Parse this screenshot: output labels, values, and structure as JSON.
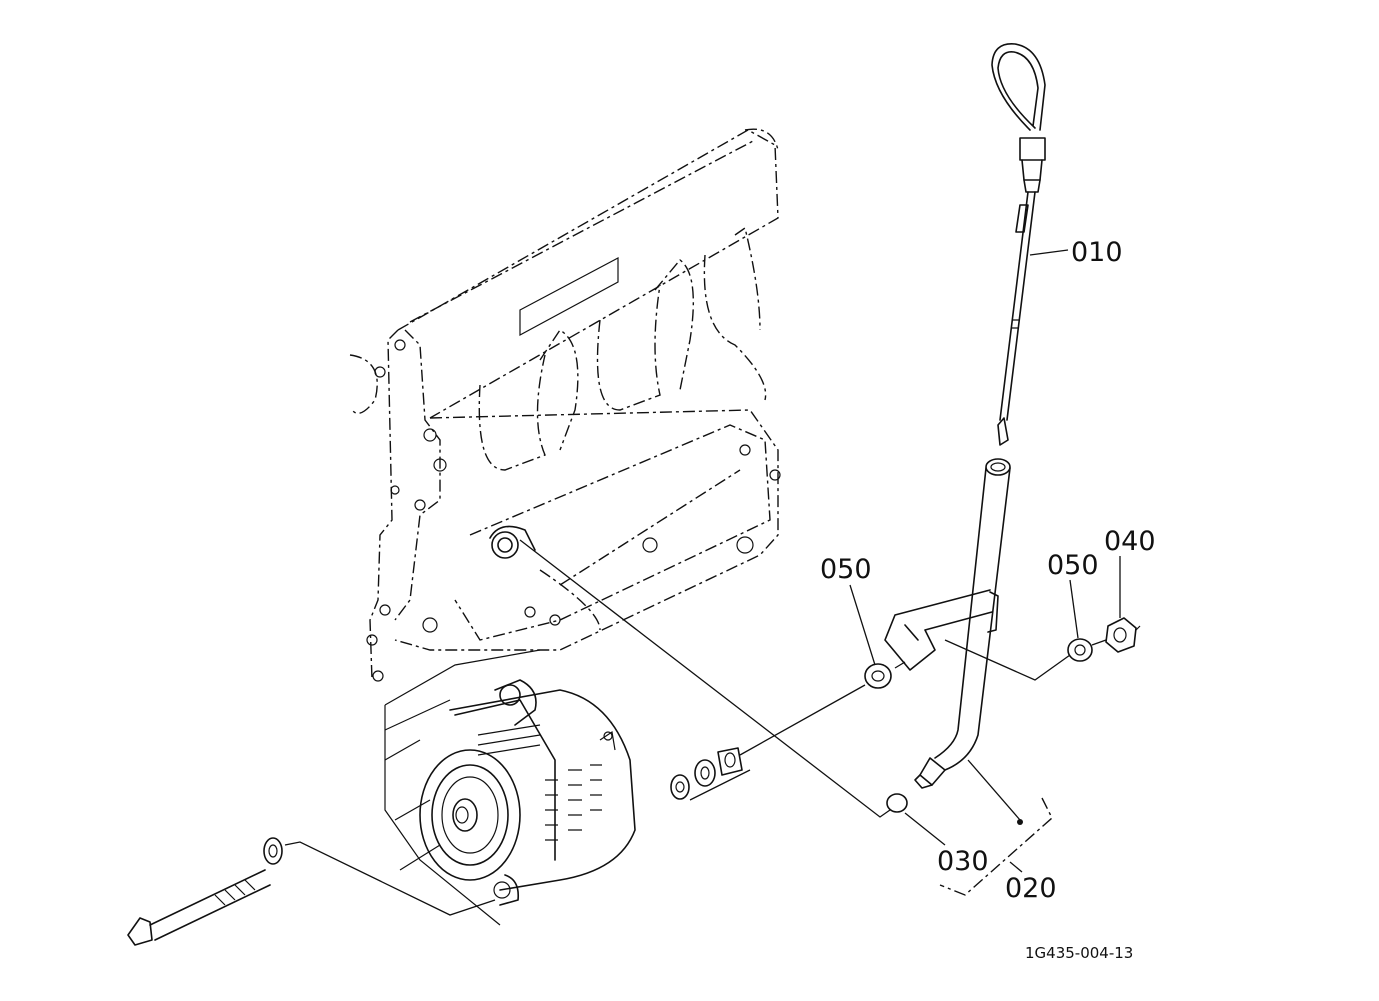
{
  "parts": {
    "p010": "010",
    "p020": "020",
    "p030": "030",
    "p040": "040",
    "p050_left": "050",
    "p050_right": "050"
  },
  "drawing_id": "1G435-004-13",
  "colors": {
    "line": "#111111",
    "background": "#ffffff"
  }
}
